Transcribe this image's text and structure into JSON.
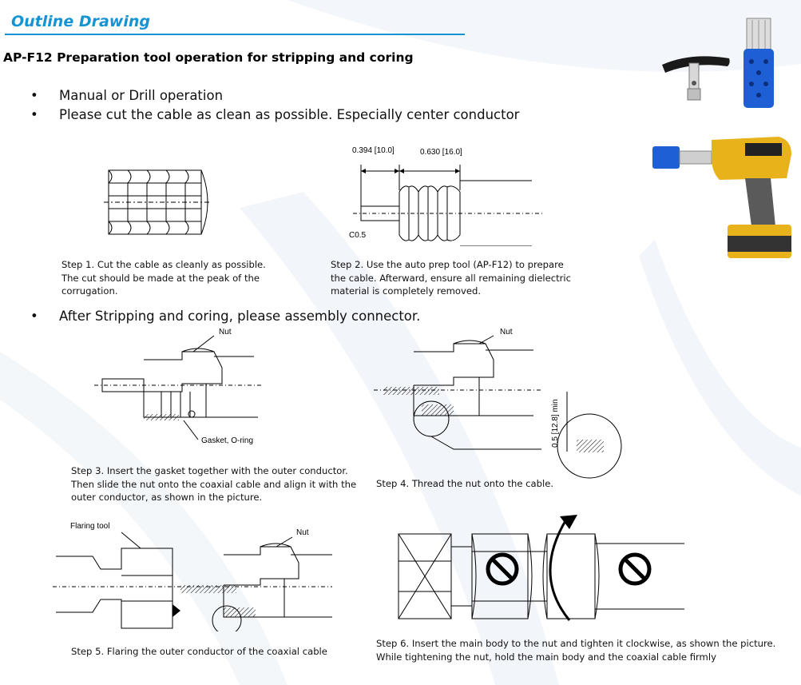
{
  "section_title": "Outline Drawing",
  "heading": "AP-F12 Preparation tool operation for stripping and coring",
  "bullets": [
    "Manual or Drill operation",
    "Please cut the cable as clean as possible. Especially center conductor",
    "After Stripping and coring, please assembly connector."
  ],
  "steps": {
    "step1": [
      "Step 1. Cut the cable as cleanly as possible.",
      "The cut should be made at the peak of the",
      "corrugation."
    ],
    "step2": [
      "Step 2. Use the auto prep tool (AP-F12) to prepare",
      "the cable. Afterward, ensure all remaining dielectric",
      "material is completely removed."
    ],
    "step3": [
      "Step 3. Insert the gasket together with the outer conductor.",
      "Then slide the nut onto the coaxial cable and align it with the",
      "outer conductor, as shown in the picture."
    ],
    "step4": [
      "Step 4. Thread the nut onto the cable."
    ],
    "step5": [
      "Step 5. Flaring the outer conductor of the coaxial cable"
    ],
    "step6": [
      "Step 6. Insert the main body to the nut and tighten it clockwise, as shown the picture.",
      "While tightening the nut, hold the main body and the coaxial cable firmly"
    ]
  },
  "drawing_labels": {
    "dim1": "0.394 [10.0]",
    "dim2": "0.630 [16.0]",
    "chamfer": "C0.5",
    "nut": "Nut",
    "gasket": "Gasket, O-ring",
    "min_dim": "0.5 [12.8] min",
    "flaring_tool": "Flaring tool"
  },
  "colors": {
    "accent": "#1593d3",
    "tool_blue": "#1f5fd6",
    "drill_yellow": "#e8b21a",
    "drill_gray": "#5a5a5a"
  }
}
